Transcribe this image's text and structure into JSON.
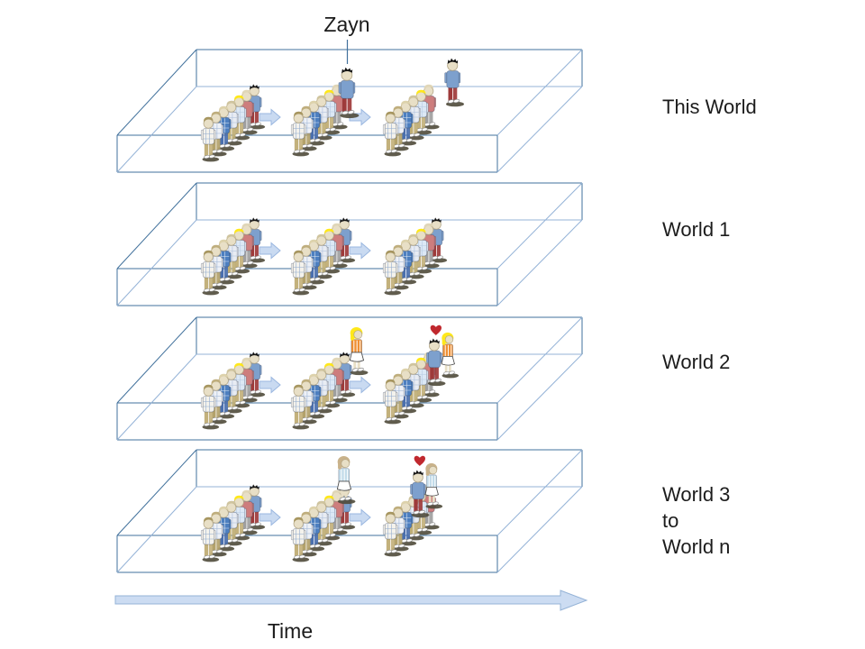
{
  "annotation": {
    "label": "Zayn"
  },
  "time_axis": {
    "label": "Time"
  },
  "worlds": [
    {
      "id": "this-world",
      "label_lines": [
        "This World"
      ],
      "scenes": [
        {
          "group": "with-zayn"
        },
        {
          "group": "without-zayn",
          "apart": "zayn"
        },
        {
          "group": "without-zayn",
          "apart": "zayn"
        }
      ]
    },
    {
      "id": "world-1",
      "label_lines": [
        "World 1"
      ],
      "scenes": [
        {
          "group": "with-zayn"
        },
        {
          "group": "with-zayn"
        },
        {
          "group": "with-zayn"
        }
      ]
    },
    {
      "id": "world-2",
      "label_lines": [
        "World 2"
      ],
      "scenes": [
        {
          "group": "with-zayn"
        },
        {
          "group": "with-zayn",
          "apart": "girl-orange"
        },
        {
          "group": "without-zayn",
          "apart": "couple-orange-heart"
        }
      ]
    },
    {
      "id": "world-3-to-n",
      "label_lines": [
        "World 3",
        "to",
        "World n"
      ],
      "scenes": [
        {
          "group": "with-zayn"
        },
        {
          "group": "with-zayn",
          "apart": "girl-blue"
        },
        {
          "group": "without-zayn",
          "apart": "couple-blue-heart"
        }
      ]
    }
  ],
  "colors": {
    "background": "#ffffff",
    "text": "#1c1c1c",
    "frame_line": "#41719c",
    "frame_line_light": "#95b3d7",
    "arrow_fill": "#c9daf1",
    "arrow_border": "#9ab7e0",
    "time_arrow_fill": "#ccdcf2",
    "time_arrow_border": "#95b3d7",
    "heart": "#c0282e",
    "skin": "#e8dfc6",
    "shadow": "#4f4a3a"
  },
  "figures": {
    "zayn": {
      "hair": "#141414",
      "shirt": "#7da0cd",
      "pants": "#9e3a3a"
    },
    "girl_orange": {
      "hair": "#ffe81a",
      "top": "#ef8f33",
      "skirt": "#ffffff"
    },
    "girl_blue": {
      "hair": "#c9b28a",
      "top": "#c3dcea",
      "skirt": "#ffffff"
    },
    "group_members": [
      {
        "hair": "#a79660",
        "shirt": "#f4f2ec",
        "plaid": "#7e9cc8",
        "pants": "#c3b17c"
      },
      {
        "hair": "#bfae7d",
        "shirt": "#eef1f7",
        "plaid": "#8aa6cc",
        "pants": "#b3a26b"
      },
      {
        "hair": "#ddd2ab",
        "shirt": "#4d7fc0",
        "plaid": "#ffffff",
        "pants": "#4a6fae"
      },
      {
        "hair": "#cfc49e",
        "shirt": "#e8ecf3",
        "plaid": "#9db4d6",
        "pants": "#bfae75"
      },
      {
        "hair": "#ffe81a",
        "shirt": "#dce8f5",
        "plaid": "#aec4de",
        "pants": "#c3b17c"
      },
      {
        "hair": "#e0d6b8",
        "shirt": "#cd7d7d",
        "plaid": "",
        "pants": "#9f9f9f"
      },
      {
        "hair": "#141414",
        "shirt": "#7da0cd",
        "plaid": "",
        "pants": "#9e3a3a"
      }
    ]
  }
}
